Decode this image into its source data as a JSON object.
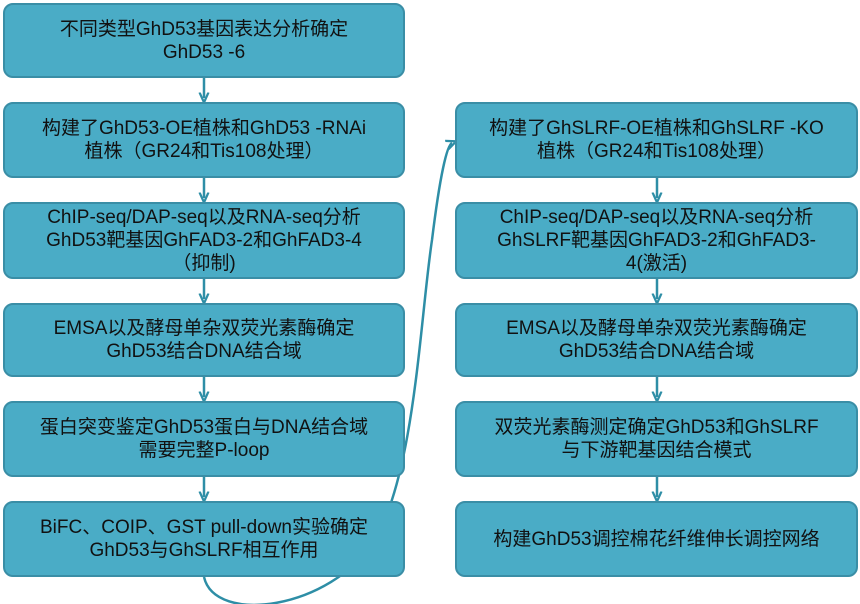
{
  "left_column": [
    {
      "lines": [
        "不同类型GhD53基因表达分析确定",
        "GhD53 -6"
      ]
    },
    {
      "lines": [
        "构建了GhD53-OE植株和GhD53 -RNAi",
        "植株（GR24和Tis108处理）"
      ]
    },
    {
      "lines": [
        "ChIP-seq/DAP-seq以及RNA-seq分析",
        "GhD53靶基因GhFAD3-2和GhFAD3-4",
        "（抑制)"
      ]
    },
    {
      "lines": [
        "EMSA以及酵母单杂双荧光素酶确定",
        "GhD53结合DNA结合域"
      ]
    },
    {
      "lines": [
        "蛋白突变鉴定GhD53蛋白与DNA结合域",
        "需要完整P-loop"
      ]
    },
    {
      "lines": [
        "BiFC、COIP、GST pull-down实验确定",
        "GhD53与GhSLRF相互作用"
      ]
    }
  ],
  "right_column": [
    {
      "lines": [
        "构建了GhSLRF-OE植株和GhSLRF -KO",
        "植株（GR24和Tis108处理）"
      ]
    },
    {
      "lines": [
        "ChIP-seq/DAP-seq以及RNA-seq分析",
        "GhSLRF靶基因GhFAD3-2和GhFAD3-",
        "4(激活)"
      ]
    },
    {
      "lines": [
        "EMSA以及酵母单杂双荧光素酶确定",
        "GhD53结合DNA结合域"
      ]
    },
    {
      "lines": [
        "双荧光素酶测定确定GhD53和GhSLRF",
        "与下游靶基因结合模式"
      ]
    },
    {
      "lines": [
        "构建GhD53调控棉花纤维伸长调控网络"
      ]
    }
  ],
  "colors": {
    "box_fill": "#4aacc6",
    "box_border": "#3a8ea6",
    "arrow": "#2e8ea6",
    "text": "#111111"
  }
}
